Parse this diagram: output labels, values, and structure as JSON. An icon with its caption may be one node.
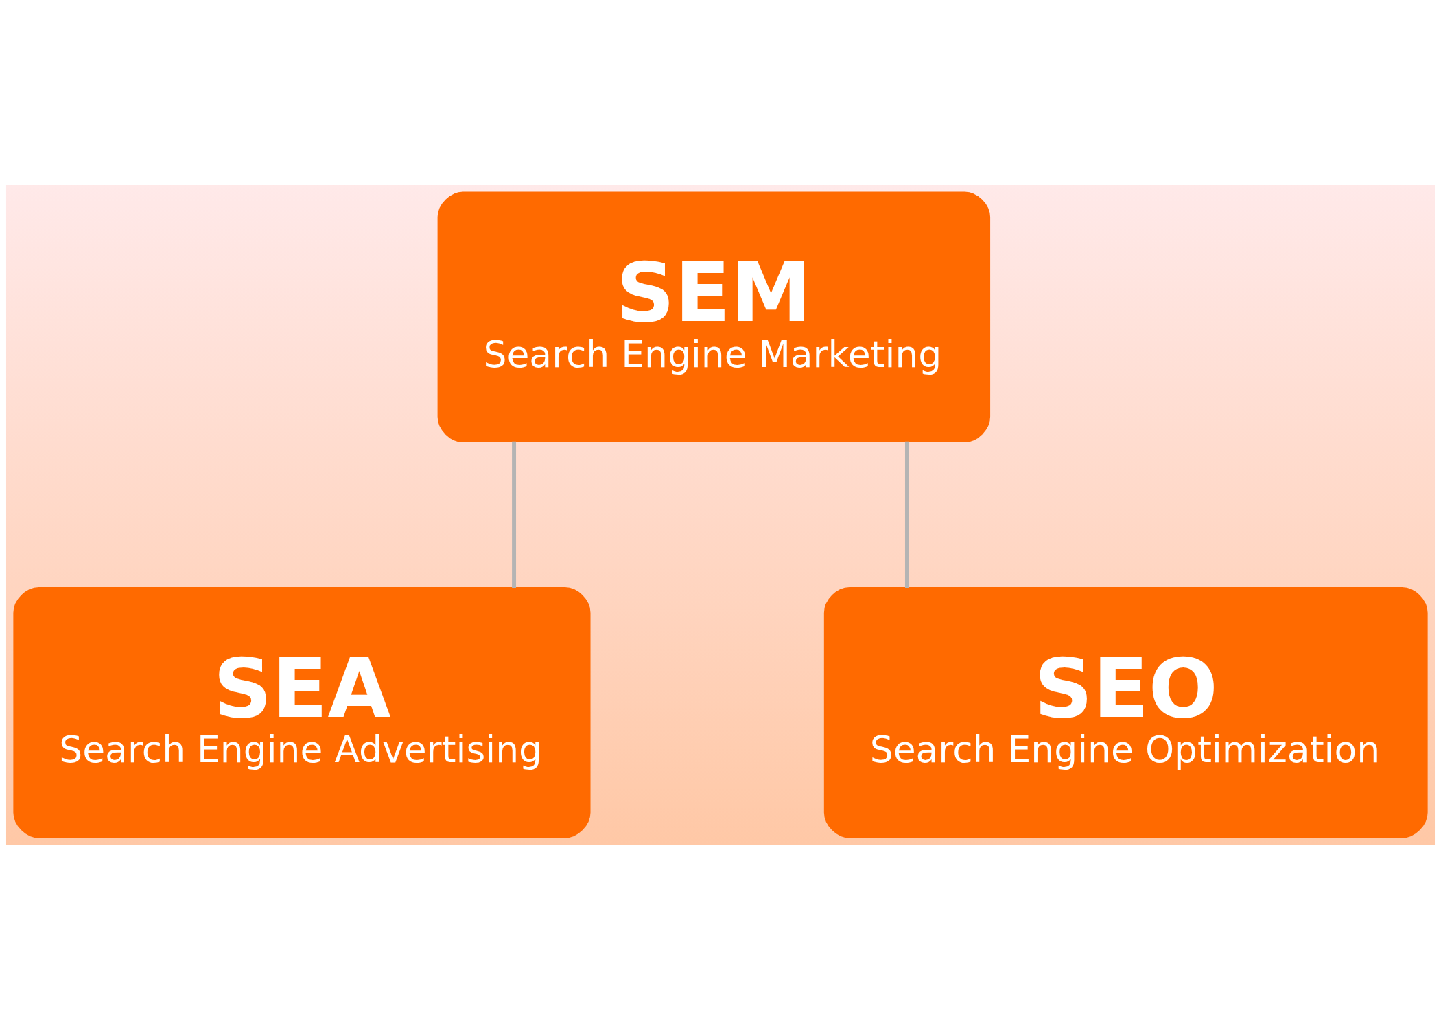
{
  "diagram": {
    "nodes": [
      {
        "text": [
          "SEM",
          "Search Engine Marketing"
        ]
      },
      {
        "text": [
          "SEA",
          "Search Engine Advertising"
        ]
      },
      {
        "text": [
          "SEO",
          "Search Engine Optimization"
        ]
      }
    ],
    "edges": [
      {
        "from": 0,
        "to": 1,
        "arrow": "none"
      },
      {
        "from": 0,
        "to": 2,
        "arrow": "none"
      }
    ]
  }
}
